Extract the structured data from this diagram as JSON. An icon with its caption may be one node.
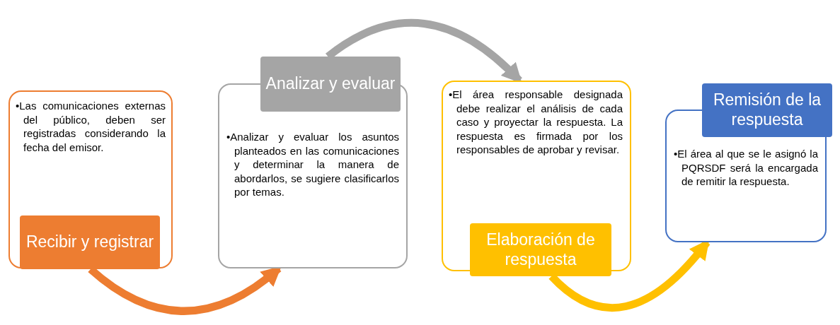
{
  "diagram": {
    "nodes": [
      {
        "text": [
          "•Las comunicaciones externas del público, deben ser registradas considerando la fecha del emisor.",
          "Recibir y registrar"
        ]
      },
      {
        "text": [
          "Analizar y evaluar",
          "•Analizar y evaluar los asuntos planteados en las comunicaciones y determinar la manera de abordarlos, se sugiere clasificarlos por temas."
        ]
      },
      {
        "text": [
          "•El área responsable designada debe realizar el análisis de cada caso y proyectar la respuesta. La respuesta es firmada por los responsables de aprobar y revisar.",
          "Elaboración de respuesta"
        ]
      },
      {
        "text": [
          "Remisión de la respuesta",
          "•El área al que se le asignó la PQRSDF será la encargada de remitir la respuesta."
        ]
      }
    ],
    "edges": [
      {
        "from": 0,
        "to": 1,
        "arrow": "to",
        "color": "#ed7d31"
      },
      {
        "from": 1,
        "to": 2,
        "arrow": "to",
        "color": "#a5a5a5"
      },
      {
        "from": 2,
        "to": 3,
        "arrow": "to",
        "color": "#ffc000"
      }
    ]
  }
}
